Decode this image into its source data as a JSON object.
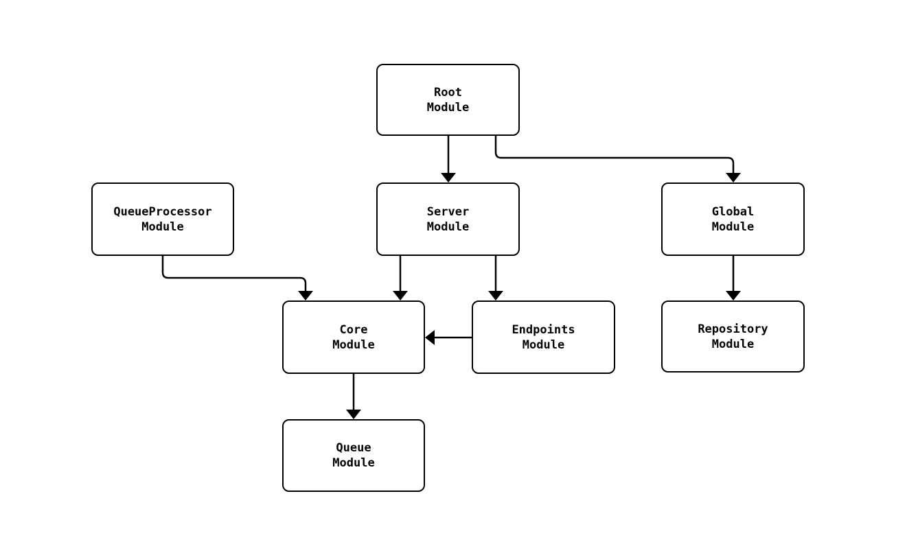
{
  "diagram": {
    "type": "module-dependency-graph",
    "title": "",
    "nodes": [
      {
        "id": "root",
        "label": "Root\nModule"
      },
      {
        "id": "queueProcessor",
        "label": "QueueProcessor\nModule"
      },
      {
        "id": "server",
        "label": "Server\nModule"
      },
      {
        "id": "global",
        "label": "Global\nModule"
      },
      {
        "id": "core",
        "label": "Core\nModule"
      },
      {
        "id": "endpoints",
        "label": "Endpoints\nModule"
      },
      {
        "id": "repository",
        "label": "Repository\nModule"
      },
      {
        "id": "queue",
        "label": "Queue\nModule"
      }
    ],
    "edges": [
      {
        "from": "root",
        "to": "server"
      },
      {
        "from": "root",
        "to": "global"
      },
      {
        "from": "queueProcessor",
        "to": "core"
      },
      {
        "from": "server",
        "to": "core"
      },
      {
        "from": "server",
        "to": "endpoints"
      },
      {
        "from": "endpoints",
        "to": "core"
      },
      {
        "from": "global",
        "to": "repository"
      },
      {
        "from": "core",
        "to": "queue"
      }
    ],
    "colors": {
      "background": "#ffffff",
      "node_fill": "#ffffff",
      "node_border": "#000000",
      "text": "#000000",
      "edge": "#000000"
    }
  }
}
